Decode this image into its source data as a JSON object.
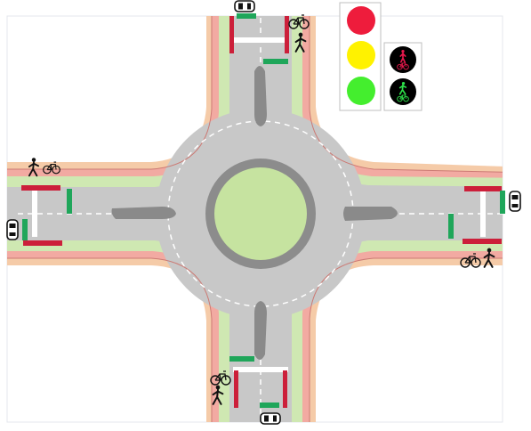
{
  "colors": {
    "background": "#ffffff",
    "frame": "#e4e7ec",
    "asphalt": "#c8c8c8",
    "island_fill": "#c6e3a0",
    "island_ring": "#8c8c8c",
    "splitter": "#8a8a8a",
    "verge_green": "#cfe8b2",
    "bike_lane": "#f2aaa2",
    "footway": "#f5cba8",
    "edge_line": "#cc7a74",
    "stop_red": "#cc1f3a",
    "stop_green": "#1fa65a",
    "signal_red": "#ee1c3c",
    "signal_yellow": "#fff200",
    "signal_green": "#44ee2e",
    "signal_housing_border": "#bfbfbf",
    "ped_signal_red": "#e8184c",
    "ped_signal_green": "#2ee04a"
  },
  "signals": {
    "vehicle_signal": {
      "aspects": [
        "red",
        "yellow",
        "green"
      ],
      "icon": "traffic-light-icon"
    },
    "cycle_pedestrian_signal": {
      "aspects": [
        "red",
        "green"
      ],
      "icons": [
        "pedestrian-icon",
        "bicycle-icon"
      ]
    }
  },
  "approaches": [
    {
      "side": "north",
      "icons": [
        "car-icon",
        "bicycle-icon",
        "pedestrian-icon"
      ]
    },
    {
      "side": "south",
      "icons": [
        "car-icon",
        "bicycle-icon",
        "pedestrian-icon"
      ]
    },
    {
      "side": "west",
      "icons": [
        "car-icon",
        "bicycle-icon",
        "pedestrian-icon"
      ]
    },
    {
      "side": "east",
      "icons": [
        "car-icon",
        "bicycle-icon",
        "pedestrian-icon"
      ]
    }
  ]
}
